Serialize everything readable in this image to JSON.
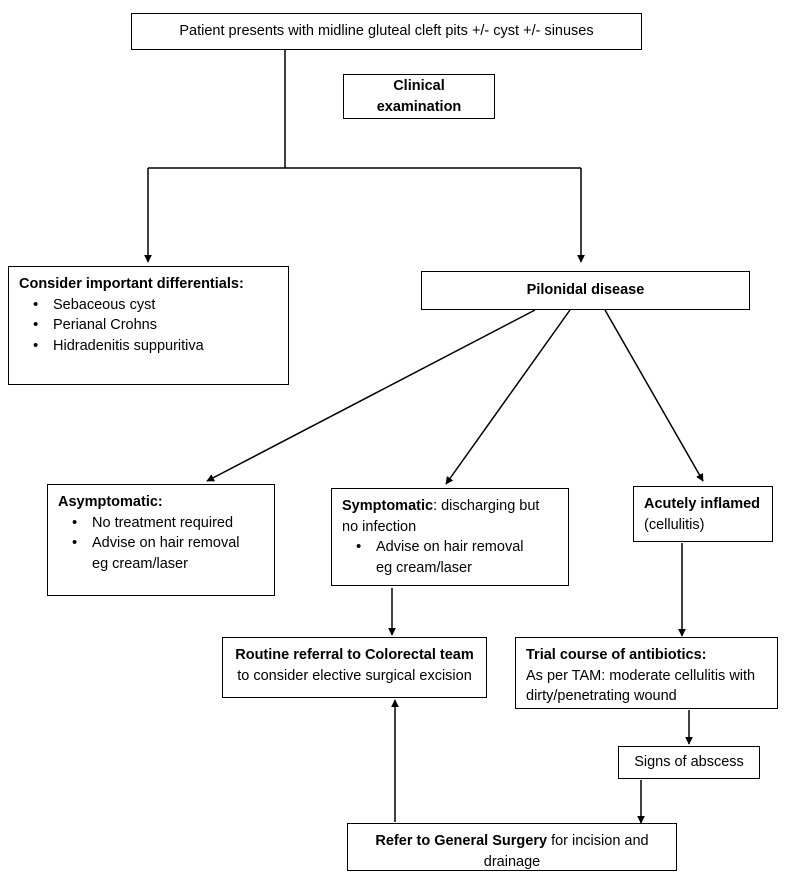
{
  "diagram": {
    "title": "Pilonidal disease management pathway",
    "type": "flowchart",
    "stroke_color": "#000000",
    "background_color": "#ffffff"
  },
  "nodes": {
    "presentation": {
      "text": "Patient presents with midline gluteal cleft pits +/- cyst +/- sinuses"
    },
    "clinical_exam": {
      "line1": "Clinical",
      "line2": "examination"
    },
    "differentials": {
      "heading": "Consider important differentials:",
      "items": [
        "Sebaceous cyst",
        "Perianal Crohns",
        "Hidradenitis suppuritiva"
      ]
    },
    "pilonidal": {
      "text": "Pilonidal disease"
    },
    "asymptomatic": {
      "heading": "Asymptomatic:",
      "items": [
        "No treatment required",
        "Advise on hair removal"
      ],
      "continuation": "eg cream/laser"
    },
    "symptomatic": {
      "heading": "Symptomatic",
      "heading_tail": ": discharging but no infection",
      "items": [
        "Advise on hair removal"
      ],
      "continuation": "eg cream/laser"
    },
    "acute": {
      "heading": "Acutely inflamed",
      "detail": "(cellulitis)"
    },
    "routine_referral": {
      "heading": "Routine referral to Colorectal team",
      "detail": "to consider elective surgical excision"
    },
    "antibiotics": {
      "heading": "Trial course of antibiotics:",
      "detail_line1": "As per TAM: moderate cellulitis with",
      "detail_line2": "dirty/penetrating wound"
    },
    "abscess": {
      "text": "Signs of abscess"
    },
    "general_surgery": {
      "heading": "Refer to General Surgery",
      "heading_tail": " for incision and",
      "detail": "drainage"
    }
  },
  "edges": [
    {
      "name": "presentation-to-split",
      "from": "presentation",
      "to": "split-bar"
    },
    {
      "name": "split-to-differentials",
      "from": "split-bar",
      "to": "differentials"
    },
    {
      "name": "split-to-pilonidal",
      "from": "split-bar",
      "to": "pilonidal"
    },
    {
      "name": "pilonidal-to-asymptomatic",
      "from": "pilonidal",
      "to": "asymptomatic"
    },
    {
      "name": "pilonidal-to-symptomatic",
      "from": "pilonidal",
      "to": "symptomatic"
    },
    {
      "name": "pilonidal-to-acute",
      "from": "pilonidal",
      "to": "acute"
    },
    {
      "name": "symptomatic-to-routine-referral",
      "from": "symptomatic",
      "to": "routine_referral"
    },
    {
      "name": "acute-to-antibiotics",
      "from": "acute",
      "to": "antibiotics"
    },
    {
      "name": "antibiotics-to-abscess",
      "from": "antibiotics",
      "to": "abscess"
    },
    {
      "name": "abscess-to-general-surgery",
      "from": "abscess",
      "to": "general_surgery"
    },
    {
      "name": "general-surgery-to-routine-referral",
      "from": "general_surgery",
      "to": "routine_referral"
    }
  ]
}
